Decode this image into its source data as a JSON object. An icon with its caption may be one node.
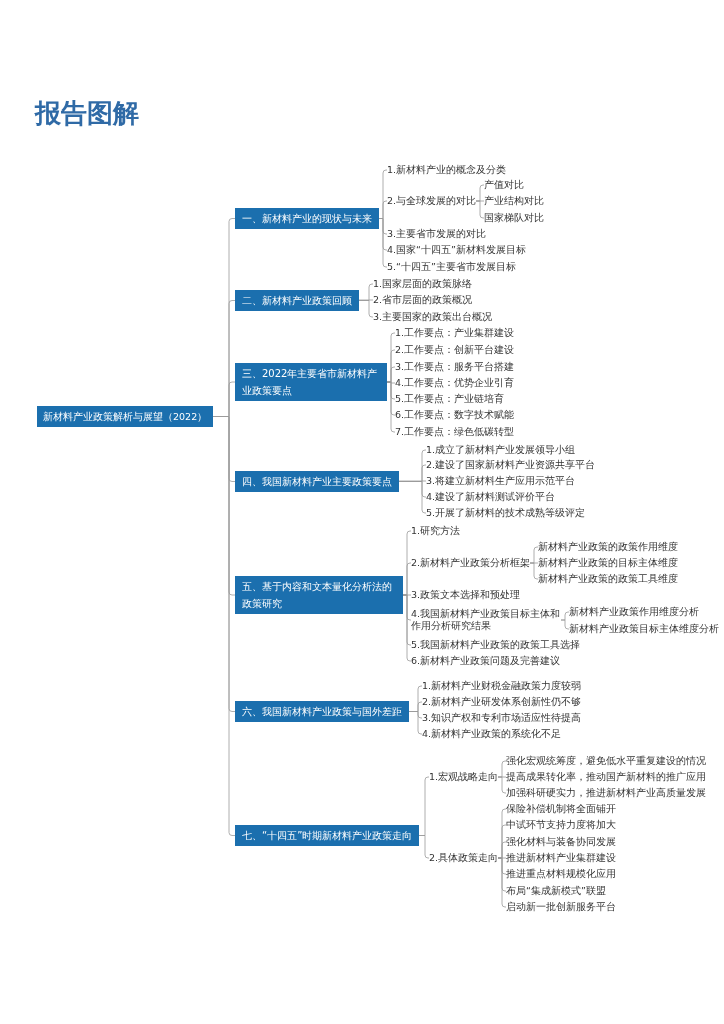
{
  "diagram": {
    "title": "报告图解",
    "nodes": [
      {
        "text": [
          "新材料产业政策解析与展望（2022）"
        ]
      },
      {
        "text": [
          "一、新材料产业的现状与未来"
        ]
      },
      {
        "text": [
          "1.新材料产业的概念及分类"
        ]
      },
      {
        "text": [
          "2.与全球发展的对比"
        ]
      },
      {
        "text": [
          "产值对比"
        ]
      },
      {
        "text": [
          "产业结构对比"
        ]
      },
      {
        "text": [
          "国家梯队对比"
        ]
      },
      {
        "text": [
          "3.主要省市发展的对比"
        ]
      },
      {
        "text": [
          "4.国家“十四五”新材料发展目标"
        ]
      },
      {
        "text": [
          "5.“十四五”主要省市发展目标"
        ]
      },
      {
        "text": [
          "二、新材料产业政策回顾"
        ]
      },
      {
        "text": [
          "1.国家层面的政策脉络"
        ]
      },
      {
        "text": [
          "2.省市层面的政策概况"
        ]
      },
      {
        "text": [
          "3.主要国家的政策出台概况"
        ]
      },
      {
        "text": [
          "三、2022年主要省市新材料产业政策要点"
        ]
      },
      {
        "text": [
          "1.工作要点：产业集群建设"
        ]
      },
      {
        "text": [
          "2.工作要点：创新平台建设"
        ]
      },
      {
        "text": [
          "3.工作要点：服务平台搭建"
        ]
      },
      {
        "text": [
          "4.工作要点：优势企业引育"
        ]
      },
      {
        "text": [
          "5.工作要点：产业链培育"
        ]
      },
      {
        "text": [
          "6.工作要点：数字技术赋能"
        ]
      },
      {
        "text": [
          "7.工作要点：绿色低碳转型"
        ]
      },
      {
        "text": [
          "四、我国新材料产业主要政策要点"
        ]
      },
      {
        "text": [
          "1.成立了新材料产业发展领导小组"
        ]
      },
      {
        "text": [
          "2.建设了国家新材料产业资源共享平台"
        ]
      },
      {
        "text": [
          "3.将建立新材料生产应用示范平台"
        ]
      },
      {
        "text": [
          "4.建设了新材料测试评价平台"
        ]
      },
      {
        "text": [
          "5.开展了新材料的技术成熟等级评定"
        ]
      },
      {
        "text": [
          "五、基于内容和文本量化分析法的政策研究"
        ]
      },
      {
        "text": [
          "1.研究方法"
        ]
      },
      {
        "text": [
          "2.新材料产业政策分析框架"
        ]
      },
      {
        "text": [
          "新材料产业政策的政策作用维度"
        ]
      },
      {
        "text": [
          "新材料产业政策的目标主体维度"
        ]
      },
      {
        "text": [
          "新材料产业政策的政策工具维度"
        ]
      },
      {
        "text": [
          "3.政策文本选择和预处理"
        ]
      },
      {
        "text": [
          "4.我国新材料产业政策目标主体和作用分析研究结果"
        ]
      },
      {
        "text": [
          "新材料产业政策作用维度分析"
        ]
      },
      {
        "text": [
          "新材料产业政策目标主体维度分析"
        ]
      },
      {
        "text": [
          "5.我国新材料产业政策的政策工具选择"
        ]
      },
      {
        "text": [
          "6.新材料产业政策问题及完善建议"
        ]
      },
      {
        "text": [
          "六、我国新材料产业政策与国外差距"
        ]
      },
      {
        "text": [
          "1.新材料产业财税金融政策力度较弱"
        ]
      },
      {
        "text": [
          "2.新材料产业研发体系创新性仍不够"
        ]
      },
      {
        "text": [
          "3.知识产权和专利市场适应性待提高"
        ]
      },
      {
        "text": [
          "4.新材料产业政策的系统化不足"
        ]
      },
      {
        "text": [
          "七、“十四五”时期新材料产业政策走向"
        ]
      },
      {
        "text": [
          "1.宏观战略走向"
        ]
      },
      {
        "text": [
          "强化宏观统筹度，避免低水平重复建设的情况"
        ]
      },
      {
        "text": [
          "提高成果转化率，推动国产新材料的推广应用"
        ]
      },
      {
        "text": [
          "加强科研硬实力，推进新材料产业高质量发展"
        ]
      },
      {
        "text": [
          "2.具体政策走向"
        ]
      },
      {
        "text": [
          "保险补偿机制将全面铺开"
        ]
      },
      {
        "text": [
          "中试环节支持力度将加大"
        ]
      },
      {
        "text": [
          "强化材料与装备协同发展"
        ]
      },
      {
        "text": [
          "推进新材料产业集群建设"
        ]
      },
      {
        "text": [
          "推进重点材料规模化应用"
        ]
      },
      {
        "text": [
          "布局“集成新模式”联盟"
        ]
      },
      {
        "text": [
          "启动新一批创新服务平台"
        ]
      }
    ],
    "edges": [
      {
        "from": 0,
        "to": 1,
        "arrow": "none"
      },
      {
        "from": 1,
        "to": 2,
        "arrow": "none"
      },
      {
        "from": 1,
        "to": 3,
        "arrow": "none"
      },
      {
        "from": 3,
        "to": 4,
        "arrow": "none"
      },
      {
        "from": 3,
        "to": 5,
        "arrow": "none"
      },
      {
        "from": 3,
        "to": 6,
        "arrow": "none"
      },
      {
        "from": 1,
        "to": 7,
        "arrow": "none"
      },
      {
        "from": 1,
        "to": 8,
        "arrow": "none"
      },
      {
        "from": 1,
        "to": 9,
        "arrow": "none"
      },
      {
        "from": 0,
        "to": 10,
        "arrow": "none"
      },
      {
        "from": 10,
        "to": 11,
        "arrow": "none"
      },
      {
        "from": 10,
        "to": 12,
        "arrow": "none"
      },
      {
        "from": 10,
        "to": 13,
        "arrow": "none"
      },
      {
        "from": 0,
        "to": 14,
        "arrow": "none"
      },
      {
        "from": 14,
        "to": 15,
        "arrow": "none"
      },
      {
        "from": 14,
        "to": 16,
        "arrow": "none"
      },
      {
        "from": 14,
        "to": 17,
        "arrow": "none"
      },
      {
        "from": 14,
        "to": 18,
        "arrow": "none"
      },
      {
        "from": 14,
        "to": 19,
        "arrow": "none"
      },
      {
        "from": 14,
        "to": 20,
        "arrow": "none"
      },
      {
        "from": 14,
        "to": 21,
        "arrow": "none"
      },
      {
        "from": 0,
        "to": 22,
        "arrow": "none"
      },
      {
        "from": 22,
        "to": 23,
        "arrow": "none"
      },
      {
        "from": 22,
        "to": 24,
        "arrow": "none"
      },
      {
        "from": 22,
        "to": 25,
        "arrow": "none"
      },
      {
        "from": 22,
        "to": 26,
        "arrow": "none"
      },
      {
        "from": 22,
        "to": 27,
        "arrow": "none"
      },
      {
        "from": 0,
        "to": 28,
        "arrow": "none"
      },
      {
        "from": 28,
        "to": 29,
        "arrow": "none"
      },
      {
        "from": 28,
        "to": 30,
        "arrow": "none"
      },
      {
        "from": 30,
        "to": 31,
        "arrow": "none"
      },
      {
        "from": 30,
        "to": 32,
        "arrow": "none"
      },
      {
        "from": 30,
        "to": 33,
        "arrow": "none"
      },
      {
        "from": 28,
        "to": 34,
        "arrow": "none"
      },
      {
        "from": 28,
        "to": 35,
        "arrow": "none"
      },
      {
        "from": 35,
        "to": 36,
        "arrow": "none"
      },
      {
        "from": 35,
        "to": 37,
        "arrow": "none"
      },
      {
        "from": 28,
        "to": 38,
        "arrow": "none"
      },
      {
        "from": 28,
        "to": 39,
        "arrow": "none"
      },
      {
        "from": 0,
        "to": 40,
        "arrow": "none"
      },
      {
        "from": 40,
        "to": 41,
        "arrow": "none"
      },
      {
        "from": 40,
        "to": 42,
        "arrow": "none"
      },
      {
        "from": 40,
        "to": 43,
        "arrow": "none"
      },
      {
        "from": 40,
        "to": 44,
        "arrow": "none"
      },
      {
        "from": 0,
        "to": 45,
        "arrow": "none"
      },
      {
        "from": 45,
        "to": 46,
        "arrow": "none"
      },
      {
        "from": 46,
        "to": 47,
        "arrow": "none"
      },
      {
        "from": 46,
        "to": 48,
        "arrow": "none"
      },
      {
        "from": 46,
        "to": 49,
        "arrow": "none"
      },
      {
        "from": 45,
        "to": 50,
        "arrow": "none"
      },
      {
        "from": 50,
        "to": 51,
        "arrow": "none"
      },
      {
        "from": 50,
        "to": 52,
        "arrow": "none"
      },
      {
        "from": 50,
        "to": 53,
        "arrow": "none"
      },
      {
        "from": 50,
        "to": 54,
        "arrow": "none"
      },
      {
        "from": 50,
        "to": 55,
        "arrow": "none"
      },
      {
        "from": 50,
        "to": 56,
        "arrow": "none"
      },
      {
        "from": 50,
        "to": 57,
        "arrow": "none"
      }
    ]
  }
}
